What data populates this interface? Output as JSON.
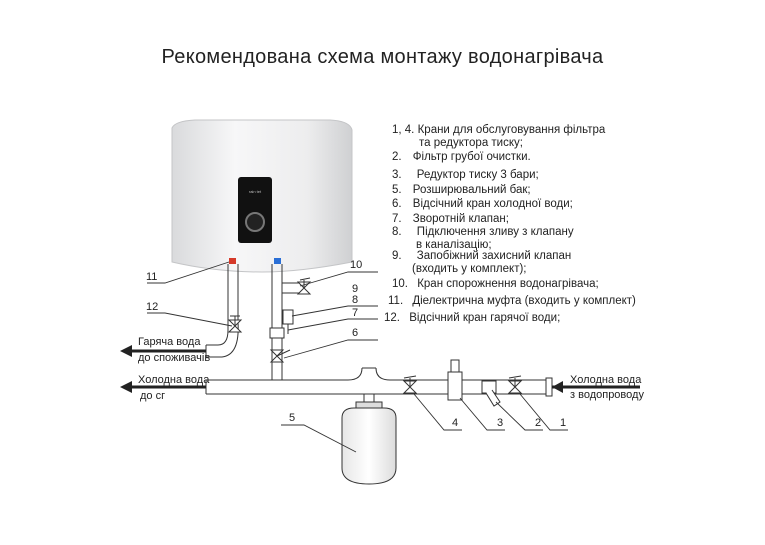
{
  "title": "Рекомендована схема монтажу водонагрівача",
  "heater_display_text": "rain tet",
  "legend": [
    {
      "num": "1, 4.",
      "lines": [
        "Крани для обслуговування фільтра",
        "та редуктора тиску;"
      ]
    },
    {
      "num": "2.",
      "lines": [
        "Фільтр грубої очистки."
      ]
    },
    {
      "num": "3.",
      "lines": [
        "Редуктор тиску 3 бари;"
      ]
    },
    {
      "num": "5.",
      "lines": [
        "Розширювальний бак;"
      ]
    },
    {
      "num": "6.",
      "lines": [
        "Відсічний кран холодної води;"
      ]
    },
    {
      "num": "7.",
      "lines": [
        "Зворотній клапан;"
      ]
    },
    {
      "num": "8.",
      "lines": [
        "Підключення зливу з клапану",
        "в каналізацію;"
      ]
    },
    {
      "num": "9.",
      "lines": [
        "Запобіжний захисний клапан",
        "(входить у комплект);"
      ]
    },
    {
      "num": "10.",
      "lines": [
        "Кран спорожнення водонагрівача;"
      ]
    },
    {
      "num": "11.",
      "lines": [
        "Діелектрична муфта (входить у комплект)"
      ]
    },
    {
      "num": "12.",
      "lines": [
        "Відсічний кран гарячої води;"
      ]
    }
  ],
  "flows": {
    "hot_out": [
      "Гаряча вода",
      "до споживачів"
    ],
    "cold_out": [
      "Холодна вода",
      "до сг"
    ],
    "cold_in": [
      "Холодна вода",
      "з водопроводу"
    ]
  },
  "callouts": [
    "1",
    "2",
    "3",
    "4",
    "5",
    "6",
    "7",
    "8",
    "9",
    "10",
    "11",
    "12"
  ],
  "colors": {
    "pipe_stroke": "#333333",
    "hot_marker": "#d63a2a",
    "cold_marker": "#2a6fd6",
    "heater_panel": "#111111"
  }
}
